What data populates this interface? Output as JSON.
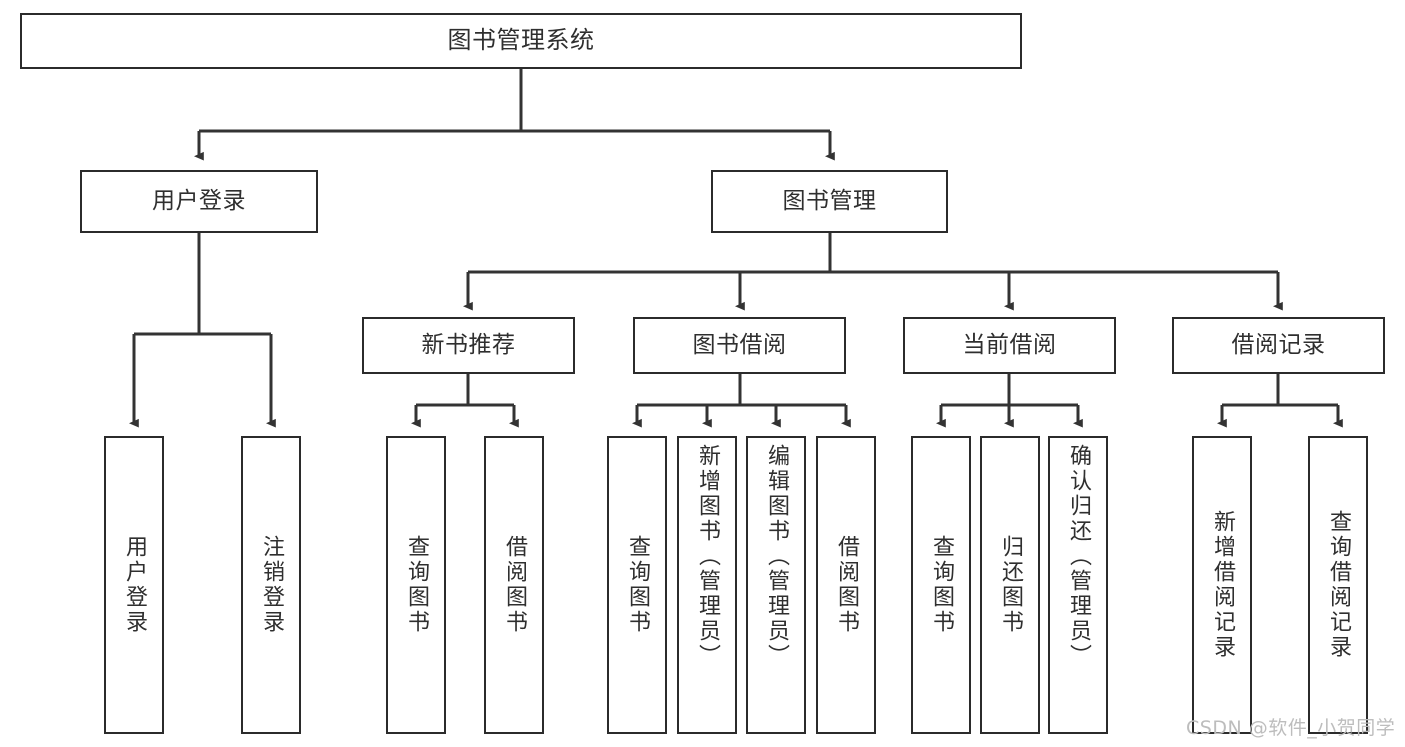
{
  "diagram": {
    "type": "hierarchy-tree",
    "title": "图书管理系统",
    "orientation": "top-down",
    "colors": {
      "box_border": "#2b2b2b",
      "box_fill": "#ffffff",
      "connector": "#333333",
      "text": "#2f2f2f",
      "watermark": "#bdbdbd",
      "background": "#ffffff"
    },
    "levels": {
      "root": "图书管理系统",
      "level2": [
        "用户登录",
        "图书管理"
      ],
      "level3": [
        "新书推荐",
        "图书借阅",
        "当前借阅",
        "借阅记录"
      ]
    }
  },
  "nodes": {
    "root": {
      "label": "图书管理系统",
      "orientation": "horizontal"
    },
    "user_login": {
      "label": "用户登录",
      "orientation": "horizontal"
    },
    "book_manage": {
      "label": "图书管理",
      "orientation": "horizontal"
    },
    "new_book_rec": {
      "label": "新书推荐",
      "orientation": "horizontal"
    },
    "book_borrow": {
      "label": "图书借阅",
      "orientation": "horizontal"
    },
    "current_borrow": {
      "label": "当前借阅",
      "orientation": "horizontal"
    },
    "borrow_record": {
      "label": "借阅记录",
      "orientation": "horizontal"
    },
    "leaf_user_login": {
      "label": "用户登录",
      "orientation": "vertical"
    },
    "leaf_logout": {
      "label": "注销登录",
      "orientation": "vertical"
    },
    "leaf_query_book_1": {
      "label": "查询图书",
      "orientation": "vertical"
    },
    "leaf_borrow_book_1": {
      "label": "借阅图书",
      "orientation": "vertical"
    },
    "leaf_query_book_2": {
      "label": "查询图书",
      "orientation": "vertical"
    },
    "leaf_add_book": {
      "label": "新增图书（管理员）",
      "orientation": "vertical"
    },
    "leaf_edit_book": {
      "label": "编辑图书（管理员）",
      "orientation": "vertical"
    },
    "leaf_borrow_book_2": {
      "label": "借阅图书",
      "orientation": "vertical"
    },
    "leaf_query_book_3": {
      "label": "查询图书",
      "orientation": "vertical"
    },
    "leaf_return_book": {
      "label": "归还图书",
      "orientation": "vertical"
    },
    "leaf_confirm_return": {
      "label": "确认归还（管理员）",
      "orientation": "vertical"
    },
    "leaf_add_record": {
      "label": "新增借阅记录",
      "orientation": "vertical"
    },
    "leaf_query_record": {
      "label": "查询借阅记录",
      "orientation": "vertical"
    }
  },
  "edges": [
    {
      "from": "图书管理系统",
      "to": "用户登录"
    },
    {
      "from": "图书管理系统",
      "to": "图书管理"
    },
    {
      "from": "用户登录",
      "to": "用户登录"
    },
    {
      "from": "用户登录",
      "to": "注销登录"
    },
    {
      "from": "图书管理",
      "to": "新书推荐"
    },
    {
      "from": "图书管理",
      "to": "图书借阅"
    },
    {
      "from": "图书管理",
      "to": "当前借阅"
    },
    {
      "from": "图书管理",
      "to": "借阅记录"
    },
    {
      "from": "新书推荐",
      "to": "查询图书"
    },
    {
      "from": "新书推荐",
      "to": "借阅图书"
    },
    {
      "from": "图书借阅",
      "to": "查询图书"
    },
    {
      "from": "图书借阅",
      "to": "新增图书（管理员）"
    },
    {
      "from": "图书借阅",
      "to": "编辑图书（管理员）"
    },
    {
      "from": "图书借阅",
      "to": "借阅图书"
    },
    {
      "from": "当前借阅",
      "to": "查询图书"
    },
    {
      "from": "当前借阅",
      "to": "归还图书"
    },
    {
      "from": "当前借阅",
      "to": "确认归还（管理员）"
    },
    {
      "from": "借阅记录",
      "to": "新增借阅记录"
    },
    {
      "from": "借阅记录",
      "to": "查询借阅记录"
    }
  ],
  "watermark": {
    "text": "CSDN @软件_小贺同学"
  }
}
